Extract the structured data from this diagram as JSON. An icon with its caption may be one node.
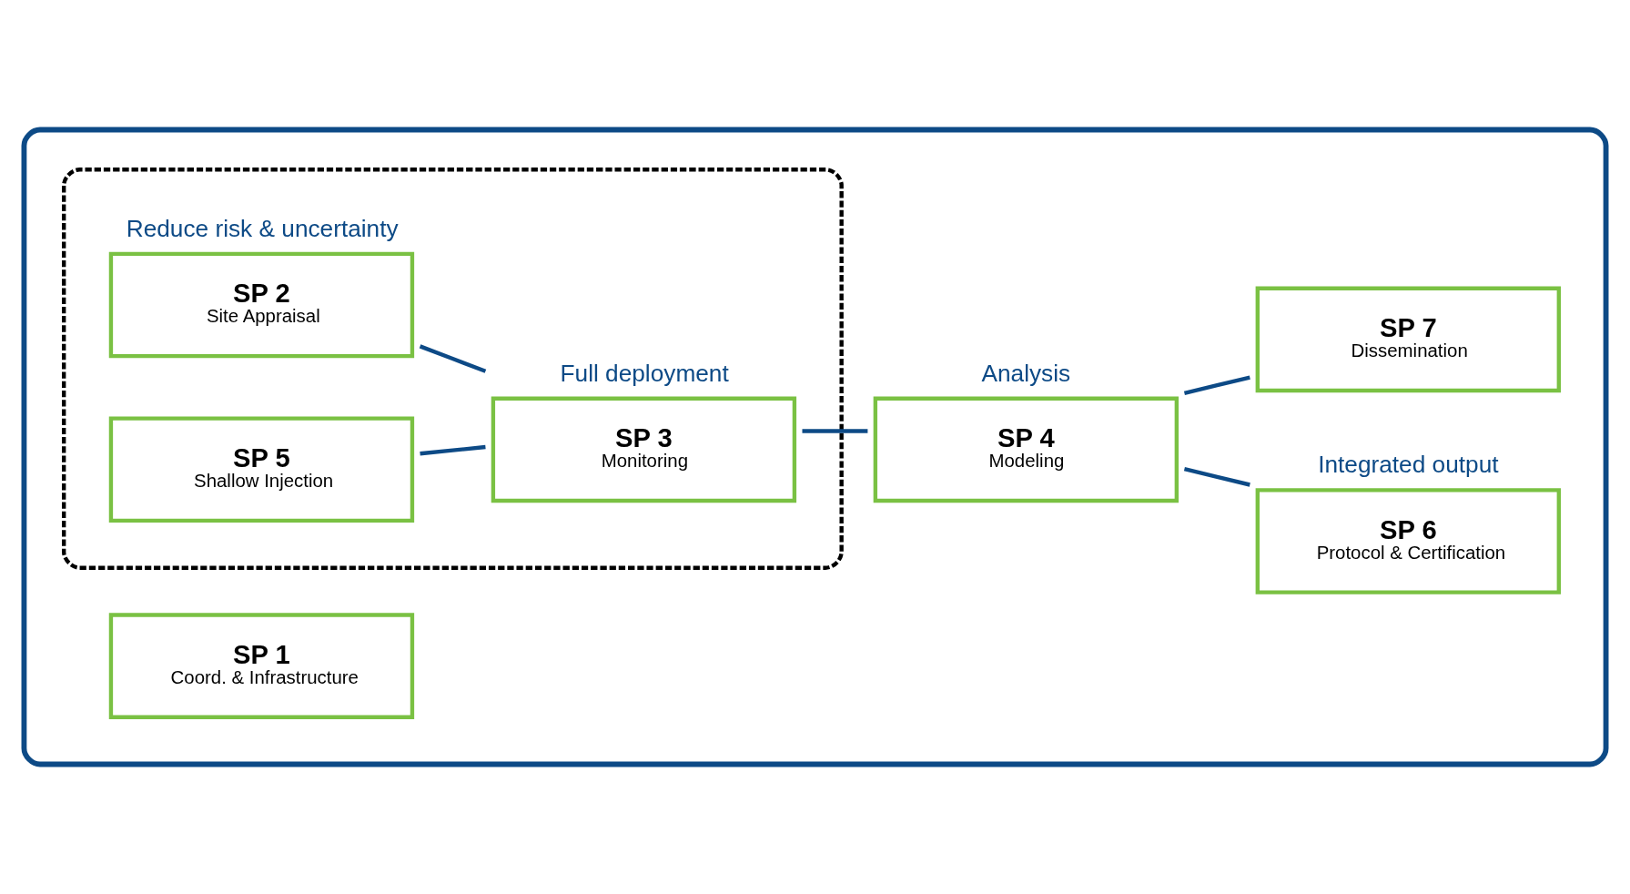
{
  "diagram": {
    "nodes": [
      {
        "text": [],
        "shape": "box"
      },
      {
        "text": [
          "SP 1",
          "Coord. & Infrastructure"
        ],
        "in": 0
      },
      {
        "text": [],
        "shape": "box",
        "in": 0
      },
      {
        "text": [
          "SP 2",
          "Site Appraisal"
        ],
        "in": 2,
        "beside": [
          "Reduce risk & uncertainty"
        ]
      },
      {
        "text": [
          "SP 5",
          "Shallow Injection"
        ],
        "in": 2
      },
      {
        "text": [
          "SP 3",
          "Monitoring"
        ],
        "in": 2,
        "beside": [
          "Full deployment"
        ]
      },
      {
        "text": [
          "SP 4",
          "Modeling"
        ],
        "in": 0,
        "beside": [
          "Analysis"
        ]
      },
      {
        "text": [
          "SP 6",
          "Protocol & Certification"
        ],
        "in": 0,
        "beside": [
          "Integrated output"
        ]
      },
      {
        "text": [
          "SP 7",
          "Dissemination"
        ],
        "in": 0
      }
    ],
    "edges": [
      {
        "from": 3,
        "to": 5,
        "arrow": "none"
      },
      {
        "from": 4,
        "to": 5,
        "arrow": "none"
      },
      {
        "from": 5,
        "to": 6,
        "arrow": "none"
      },
      {
        "from": 6,
        "to": 7,
        "arrow": "none"
      },
      {
        "from": 6,
        "to": 8,
        "arrow": "none"
      }
    ]
  }
}
